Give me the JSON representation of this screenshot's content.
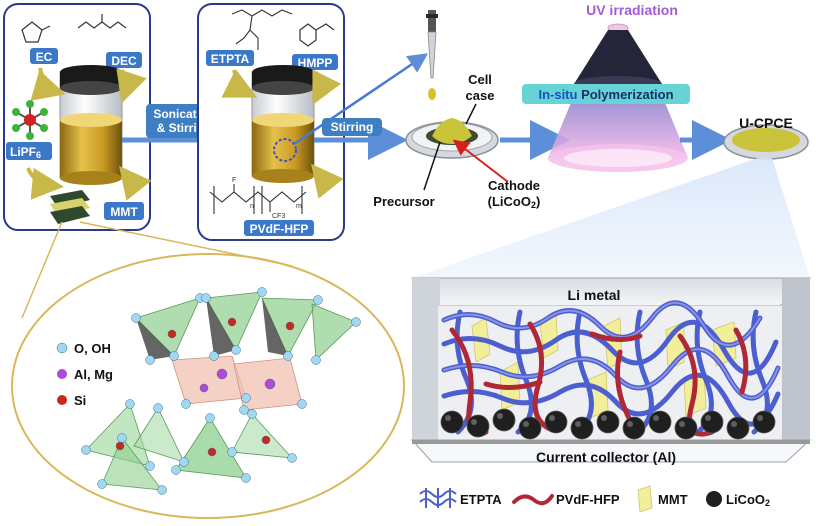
{
  "colors": {
    "tag_blue": "#3b78c8",
    "arrow_blue": "#5d8fd8",
    "uv_purple": "#a45ad6",
    "cathode_red": "#d62020",
    "mmt_yellow": "#f2ee9a",
    "etpta_blue": "#4c5fd0",
    "pvdf_red": "#b02836",
    "ellipse_gold": "#d8b85a"
  },
  "panel1": {
    "ec": "EC",
    "dec": "DEC",
    "lipf6": "LiPF",
    "lipf6_sub": "6",
    "mmt": "MMT"
  },
  "panel2": {
    "etpta": "ETPTA",
    "hmpp": "HMPP",
    "pvdf": "PVdF-HFP",
    "chain_n": "n",
    "chain_m": "m",
    "chain_f": "F",
    "chain_cf3": "CF3"
  },
  "steps": {
    "sonication1": "Sonication",
    "sonication2": "& Stirring",
    "stirring": "Stirring",
    "polymerization_a": "In-situ",
    "polymerization_b": " Polymerization"
  },
  "cell": {
    "case1": "Cell",
    "case2": "case",
    "precursor": "Precursor",
    "cathode1": "Cathode",
    "cathode2_a": "(LiCoO",
    "cathode2_sub": "2",
    "cathode2_b": ")"
  },
  "uv": "UV irradiation",
  "product": "U-CPCE",
  "mmt_legend": {
    "o": "O, OH",
    "al": "Al, Mg",
    "si": "Si"
  },
  "crosssection": {
    "top": "Li metal",
    "bottom": "Current collector (Al)"
  },
  "legend": {
    "etpta": "ETPTA",
    "pvdf": "PVdF-HFP",
    "mmt": "MMT",
    "licoo2_a": "LiCoO",
    "licoo2_sub": "2"
  }
}
